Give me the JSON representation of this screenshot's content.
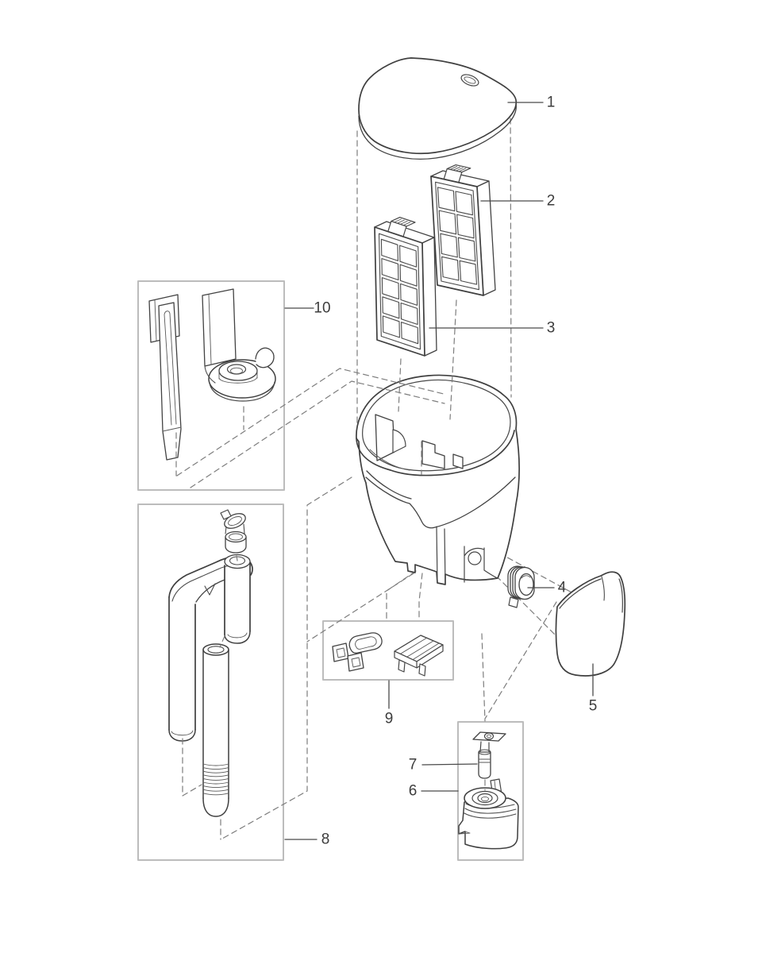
{
  "figure": {
    "type": "exploded-parts-diagram",
    "callouts": [
      {
        "label": "1"
      },
      {
        "label": "2"
      },
      {
        "label": "3"
      },
      {
        "label": "4"
      },
      {
        "label": "5"
      },
      {
        "label": "6"
      },
      {
        "label": "7"
      },
      {
        "label": "8"
      },
      {
        "label": "9"
      },
      {
        "label": "10"
      }
    ]
  },
  "colors": {
    "background": "#ffffff",
    "outline": "#3f3f3f",
    "detail_line": "#4a4a4a",
    "group_box_border": "#bcbcbc",
    "dashed_line": "#7d7d7d",
    "label_text": "#3d3d3d"
  }
}
